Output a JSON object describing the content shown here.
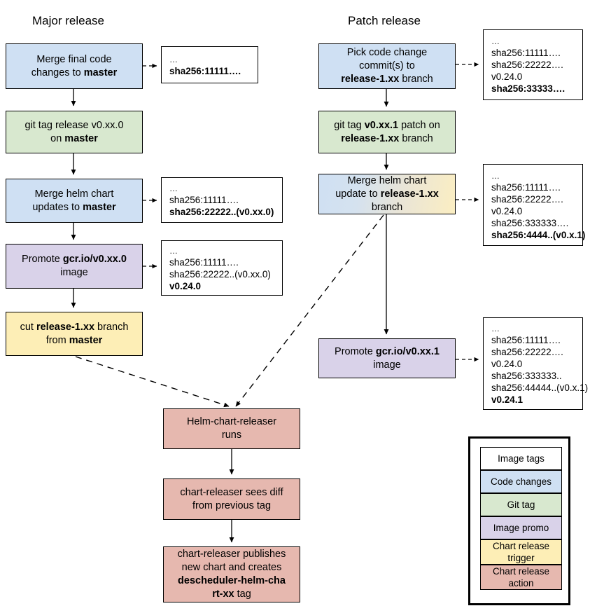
{
  "diagram": {
    "title_major": "Major release",
    "title_patch": "Patch release"
  },
  "major_flow": {
    "step1": {
      "line1": "Merge final code",
      "line2a": "changes to ",
      "line2b": "master"
    },
    "step2": {
      "line1": "git tag release v0.xx.0",
      "line2a": "on ",
      "line2b": "master"
    },
    "step3": {
      "line1": "Merge helm chart",
      "line2a": "updates to ",
      "line2b": "master"
    },
    "step4": {
      "line1a": "Promote ",
      "line1b": "gcr.io/v0.xx.0",
      "line2": "image"
    },
    "step5": {
      "line1a": "cut ",
      "line1b": "release-1.xx",
      "line1c": " branch",
      "line2a": "from ",
      "line2b": "master"
    }
  },
  "patch_flow": {
    "step1": {
      "line1": "Pick code change",
      "line2": "commit(s) to",
      "line3a": "release-1.xx",
      "line3b": " branch"
    },
    "step2": {
      "line1a": "git tag ",
      "line1b": "v0.xx.1",
      "line1c": " patch on",
      "line2a": "release-1.xx",
      "line2b": " branch"
    },
    "step3": {
      "line1": "Merge helm chart",
      "line2a": "update to ",
      "line2b": "release-1.xx",
      "line3": "branch"
    },
    "step4": {
      "line1a": "Promote ",
      "line1b": "gcr.io/v0.xx.1",
      "line2": "image"
    }
  },
  "release_flow": {
    "step1": {
      "line1": "Helm-chart-releaser",
      "line2": "runs"
    },
    "step2": {
      "line1": "chart-releaser sees diff",
      "line2": "from previous tag"
    },
    "step3": {
      "line1": "chart-releaser publishes",
      "line2": "new chart and creates",
      "line3": "descheduler-helm-cha",
      "line4a": "rt-xx",
      "line4b": " tag"
    }
  },
  "notes": {
    "major_note1": {
      "lines": [
        "…",
        "sha256:11111…."
      ],
      "bold": [
        false,
        true
      ]
    },
    "major_note2": {
      "lines": [
        "…",
        "sha256:11111….",
        "sha256:22222..(v0.xx.0)"
      ],
      "bold": [
        false,
        false,
        true
      ]
    },
    "major_note3": {
      "lines": [
        "…",
        "sha256:11111….",
        "sha256:22222..(v0.xx.0)",
        "v0.24.0"
      ],
      "bold": [
        false,
        false,
        false,
        true
      ]
    },
    "patch_note1": {
      "lines": [
        "…",
        "sha256:11111….",
        "sha256:22222….",
        "v0.24.0",
        "sha256:33333…."
      ],
      "bold": [
        false,
        false,
        false,
        false,
        true
      ]
    },
    "patch_note2": {
      "lines": [
        "…",
        "sha256:11111….",
        "sha256:22222….",
        "v0.24.0",
        "sha256:333333….",
        "sha256:4444..(v0.x.1)"
      ],
      "bold": [
        false,
        false,
        false,
        false,
        false,
        true
      ]
    },
    "patch_note3": {
      "lines": [
        "…",
        "sha256:11111….",
        "sha256:22222….",
        "v0.24.0",
        "sha256:333333..",
        "sha256:44444..(v0.x.1)",
        "v0.24.1"
      ],
      "bold": [
        false,
        false,
        false,
        false,
        false,
        false,
        true
      ]
    }
  },
  "legend": {
    "items": [
      {
        "label": "Image tags",
        "color": "#ffffff"
      },
      {
        "label": "Code changes",
        "color": "#cfe0f3"
      },
      {
        "label": "Git tag",
        "color": "#d8e8cf"
      },
      {
        "label": "Image promo",
        "color": "#d9d2e9"
      },
      {
        "label": "Chart release trigger",
        "color": "#fdeeb6"
      },
      {
        "label": "Chart release action",
        "color": "#e6b8af"
      }
    ]
  },
  "colors": {
    "code_changes": "#cfe0f3",
    "git_tag": "#d8e8cf",
    "image_promo": "#d9d2e9",
    "chart_release_trigger": "#fdeeb6",
    "chart_release_action": "#e6b8af",
    "border": "#000000",
    "background": "#ffffff"
  }
}
